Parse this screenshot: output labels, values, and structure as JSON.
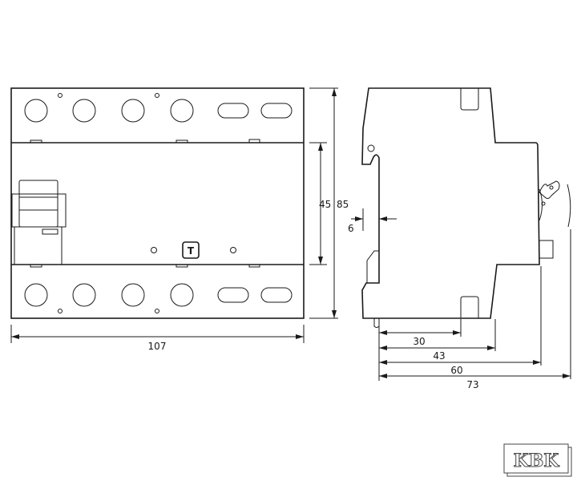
{
  "front_view": {
    "test_button_label": "T",
    "dimensions": {
      "width": "107",
      "height_total": "85",
      "height_front": "45"
    }
  },
  "side_view": {
    "dimensions": {
      "rail_offset": "6",
      "d1": "30",
      "d2": "43",
      "d3": "60",
      "d4": "73"
    }
  },
  "logo": {
    "text": "KBK"
  }
}
